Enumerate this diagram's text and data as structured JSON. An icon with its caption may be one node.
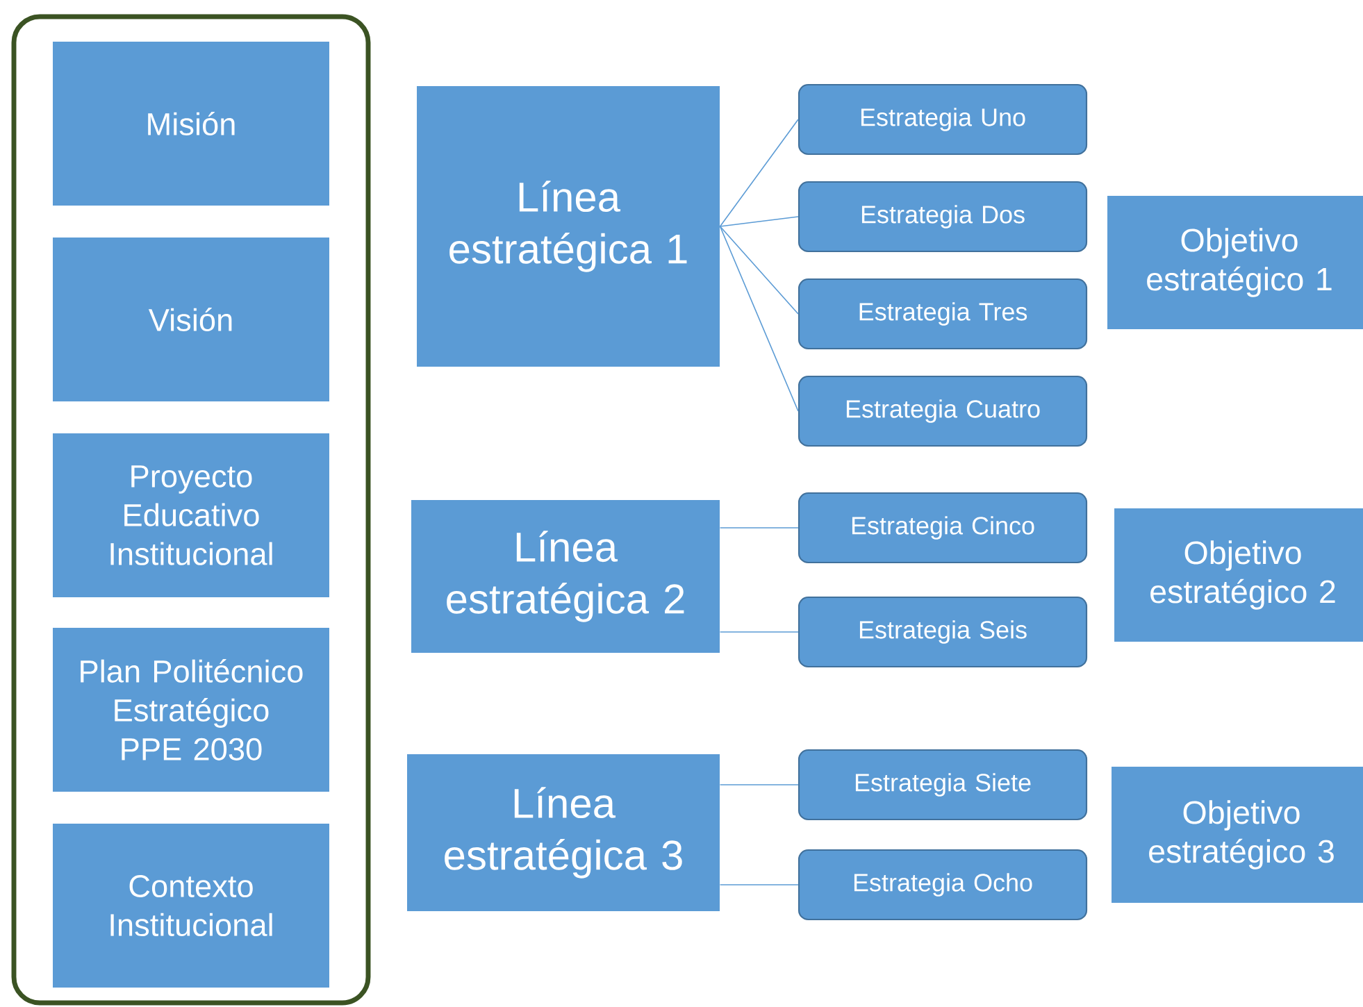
{
  "diagram": {
    "nodes": [
      {
        "text": [],
        "shape": "box"
      },
      {
        "text": [
          "Misión"
        ],
        "in": 0
      },
      {
        "text": [
          "Visión"
        ],
        "in": 0
      },
      {
        "text": [
          "Proyecto Educativo Institucional"
        ],
        "in": 0
      },
      {
        "text": [
          "Plan Politécnico Estratégico PPE 2030"
        ],
        "in": 0
      },
      {
        "text": [
          "Contexto Institucional"
        ],
        "in": 0
      },
      {
        "text": [
          "Línea estratégica 1"
        ]
      },
      {
        "text": [
          "Estrategia Uno"
        ]
      },
      {
        "text": [
          "Estrategia Dos"
        ]
      },
      {
        "text": [
          "Estrategia Tres"
        ]
      },
      {
        "text": [
          "Estrategia Cuatro"
        ]
      },
      {
        "text": [
          "Objetivo estratégico 1"
        ]
      },
      {
        "text": [
          "Línea estratégica 2"
        ]
      },
      {
        "text": [
          "Estrategia Cinco"
        ]
      },
      {
        "text": [
          "Estrategia Seis"
        ]
      },
      {
        "text": [
          "Objetivo estratégico 2"
        ]
      },
      {
        "text": [
          "Línea estratégica 3"
        ]
      },
      {
        "text": [
          "Estrategia Siete"
        ]
      },
      {
        "text": [
          "Estrategia Ocho"
        ]
      },
      {
        "text": [
          "Objetivo estratégico 3"
        ]
      }
    ],
    "edges": [
      {
        "from": 6,
        "to": 7,
        "arrow": "none"
      },
      {
        "from": 6,
        "to": 8,
        "arrow": "none"
      },
      {
        "from": 6,
        "to": 9,
        "arrow": "none"
      },
      {
        "from": 6,
        "to": 10,
        "arrow": "none"
      },
      {
        "from": 12,
        "to": 13,
        "arrow": "none"
      },
      {
        "from": 12,
        "to": 14,
        "arrow": "none"
      },
      {
        "from": 16,
        "to": 17,
        "arrow": "none"
      },
      {
        "from": 16,
        "to": 18,
        "arrow": "none"
      }
    ]
  }
}
